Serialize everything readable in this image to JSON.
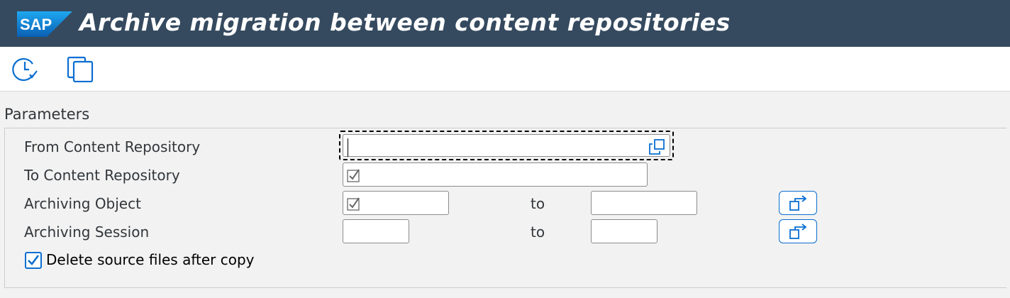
{
  "app": {
    "logo_text": "SAP",
    "title": "Archive migration between content repositories"
  },
  "toolbar": {
    "items": [
      {
        "icon": "clock-check-icon",
        "label": ""
      },
      {
        "icon": "copy-icon",
        "label": ""
      }
    ]
  },
  "parameters": {
    "title": "Parameters",
    "from_repository": {
      "label": "From Content Repository",
      "value": "",
      "focused": true
    },
    "to_repository": {
      "label": "To Content Repository",
      "value": "",
      "required": true
    },
    "archiving_object": {
      "label": "Archiving Object",
      "from_value": "",
      "to_label": "to",
      "to_value": "",
      "required": true
    },
    "archiving_session": {
      "label": "Archiving Session",
      "from_value": "",
      "to_label": "to",
      "to_value": ""
    },
    "delete_source": {
      "label": "Delete source files after copy",
      "checked": true
    }
  },
  "colors": {
    "title_bar": "#354a5f",
    "accent": "#0a6ed1",
    "background": "#f2f2f2"
  }
}
